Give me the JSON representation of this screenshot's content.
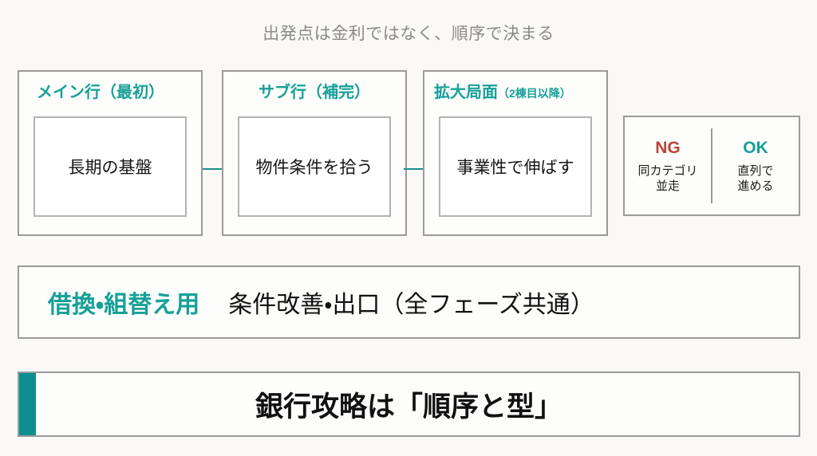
{
  "slide": {
    "title": "出発点は金利ではなく、順序で決まる",
    "accent_teal": "#17a098",
    "accent_red": "#b8463a",
    "accent_bar": "#0d8f8f",
    "border_gray": "#9b9b9b",
    "background": "#faf9f7"
  },
  "phases": [
    {
      "head_main": "メイン行（最初）",
      "head_small": "",
      "body": "長期の基盤"
    },
    {
      "head_main": "サブ行（補完）",
      "head_small": "",
      "body": "物件条件を拾う"
    },
    {
      "head_main": "拡大局面",
      "head_small": "（2棟目以降）",
      "body": "事業性で伸ばす"
    }
  ],
  "arrows": [
    {
      "name": "arrow-phase1-to-phase2"
    },
    {
      "name": "arrow-phase2-to-phase3"
    }
  ],
  "rule_panel": {
    "ng": {
      "tag": "NG",
      "desc": "同カテゴリ\n並走"
    },
    "ok": {
      "tag": "OK",
      "desc": "直列で\n進める"
    }
  },
  "banner": {
    "tag": "借換・組替え用",
    "text": "条件改善・出口（全フェーズ共通）"
  },
  "key_message": {
    "text": "銀行攻略は「順序と型」"
  }
}
